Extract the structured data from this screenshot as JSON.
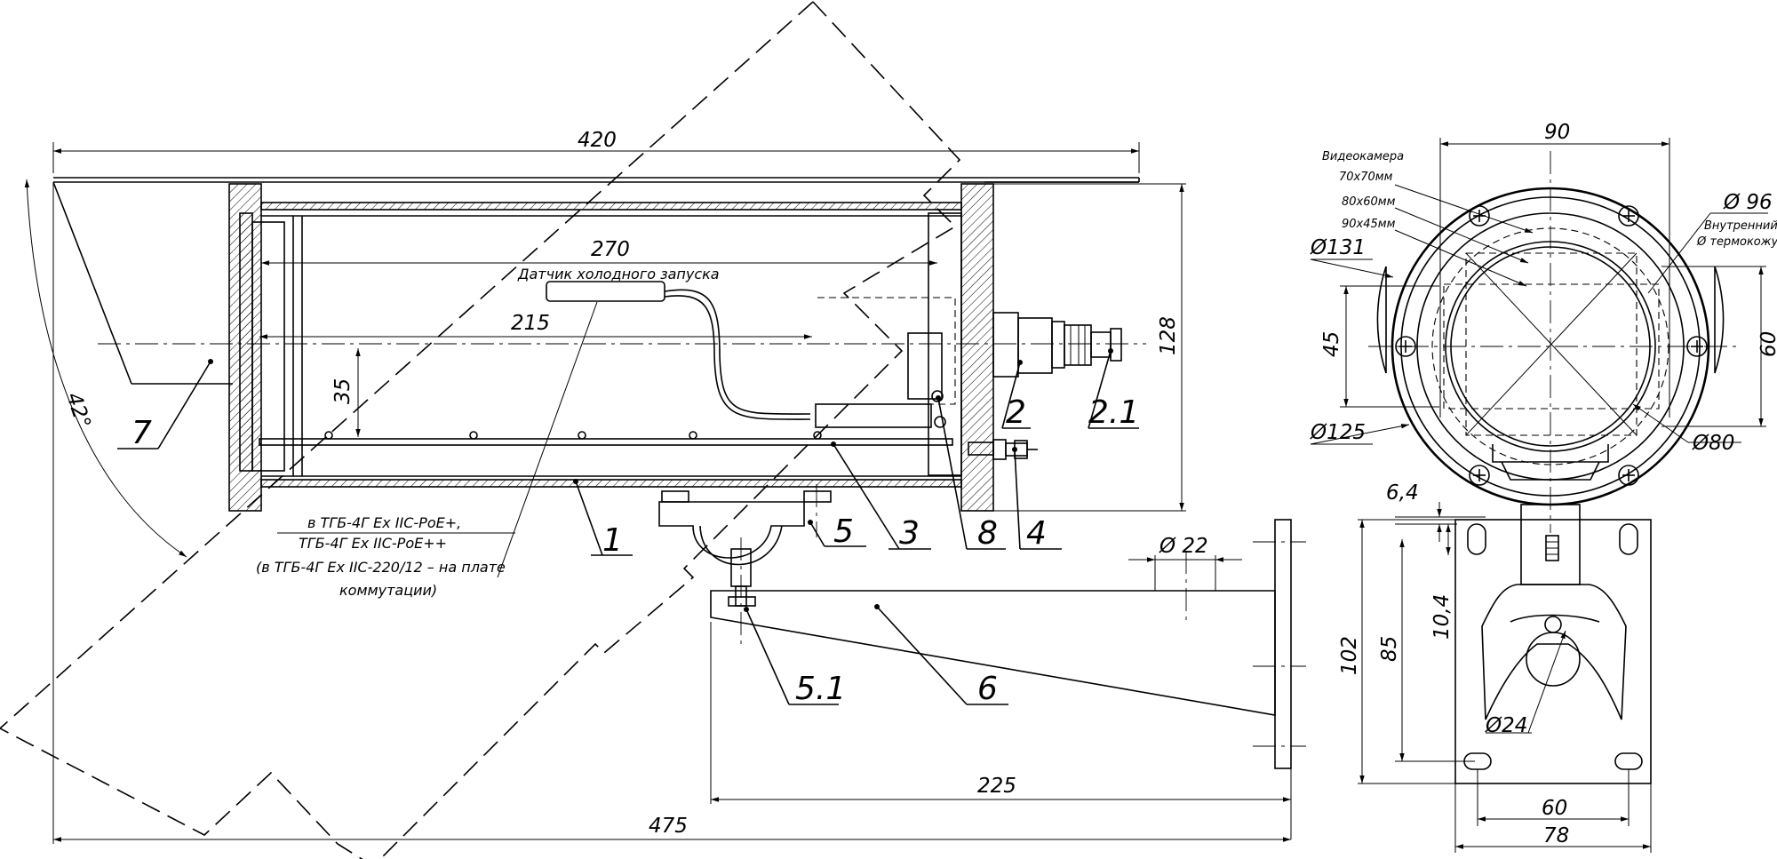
{
  "side_view": {
    "dims": {
      "overall_length": "420",
      "inner_length": "270",
      "rail_length": "215",
      "height_35": "35",
      "height_128": "128",
      "bracket_length": "225",
      "total_length": "475",
      "rotation_angle": "42°",
      "pipe_dia": "Ø 22"
    },
    "sensor_label": "Датчик холодного запуска",
    "note_lines": [
      "в ТГБ-4Г Ex IIC-PoE+,",
      "ТГБ-4Г Ex IIC-PoE++",
      "(в ТГБ-4Г Ex IIC-220/12 – на плате",
      "коммутации)"
    ],
    "callouts": {
      "c1": "1",
      "c2": "2",
      "c2_1": "2.1",
      "c3": "3",
      "c4": "4",
      "c5": "5",
      "c5_1": "5.1",
      "c6": "6",
      "c7": "7",
      "c8": "8"
    }
  },
  "front_view": {
    "dims": {
      "width_90": "90",
      "dia_96": "Ø 96",
      "dia_131": "Ø131",
      "dia_125": "Ø125",
      "dia_80": "Ø80",
      "h45": "45",
      "h60": "60",
      "d6_4": "6,4",
      "d10_4": "10,4",
      "d85": "85",
      "d102": "102",
      "dia_24": "Ø24",
      "w60": "60",
      "w78": "78"
    },
    "camera_label": "Видеокамера",
    "camera_sizes": [
      "70x70мм",
      "80x60мм",
      "90x45мм"
    ],
    "inner_label_1": "Внутренний",
    "inner_label_2": "Ø термокожуха"
  }
}
